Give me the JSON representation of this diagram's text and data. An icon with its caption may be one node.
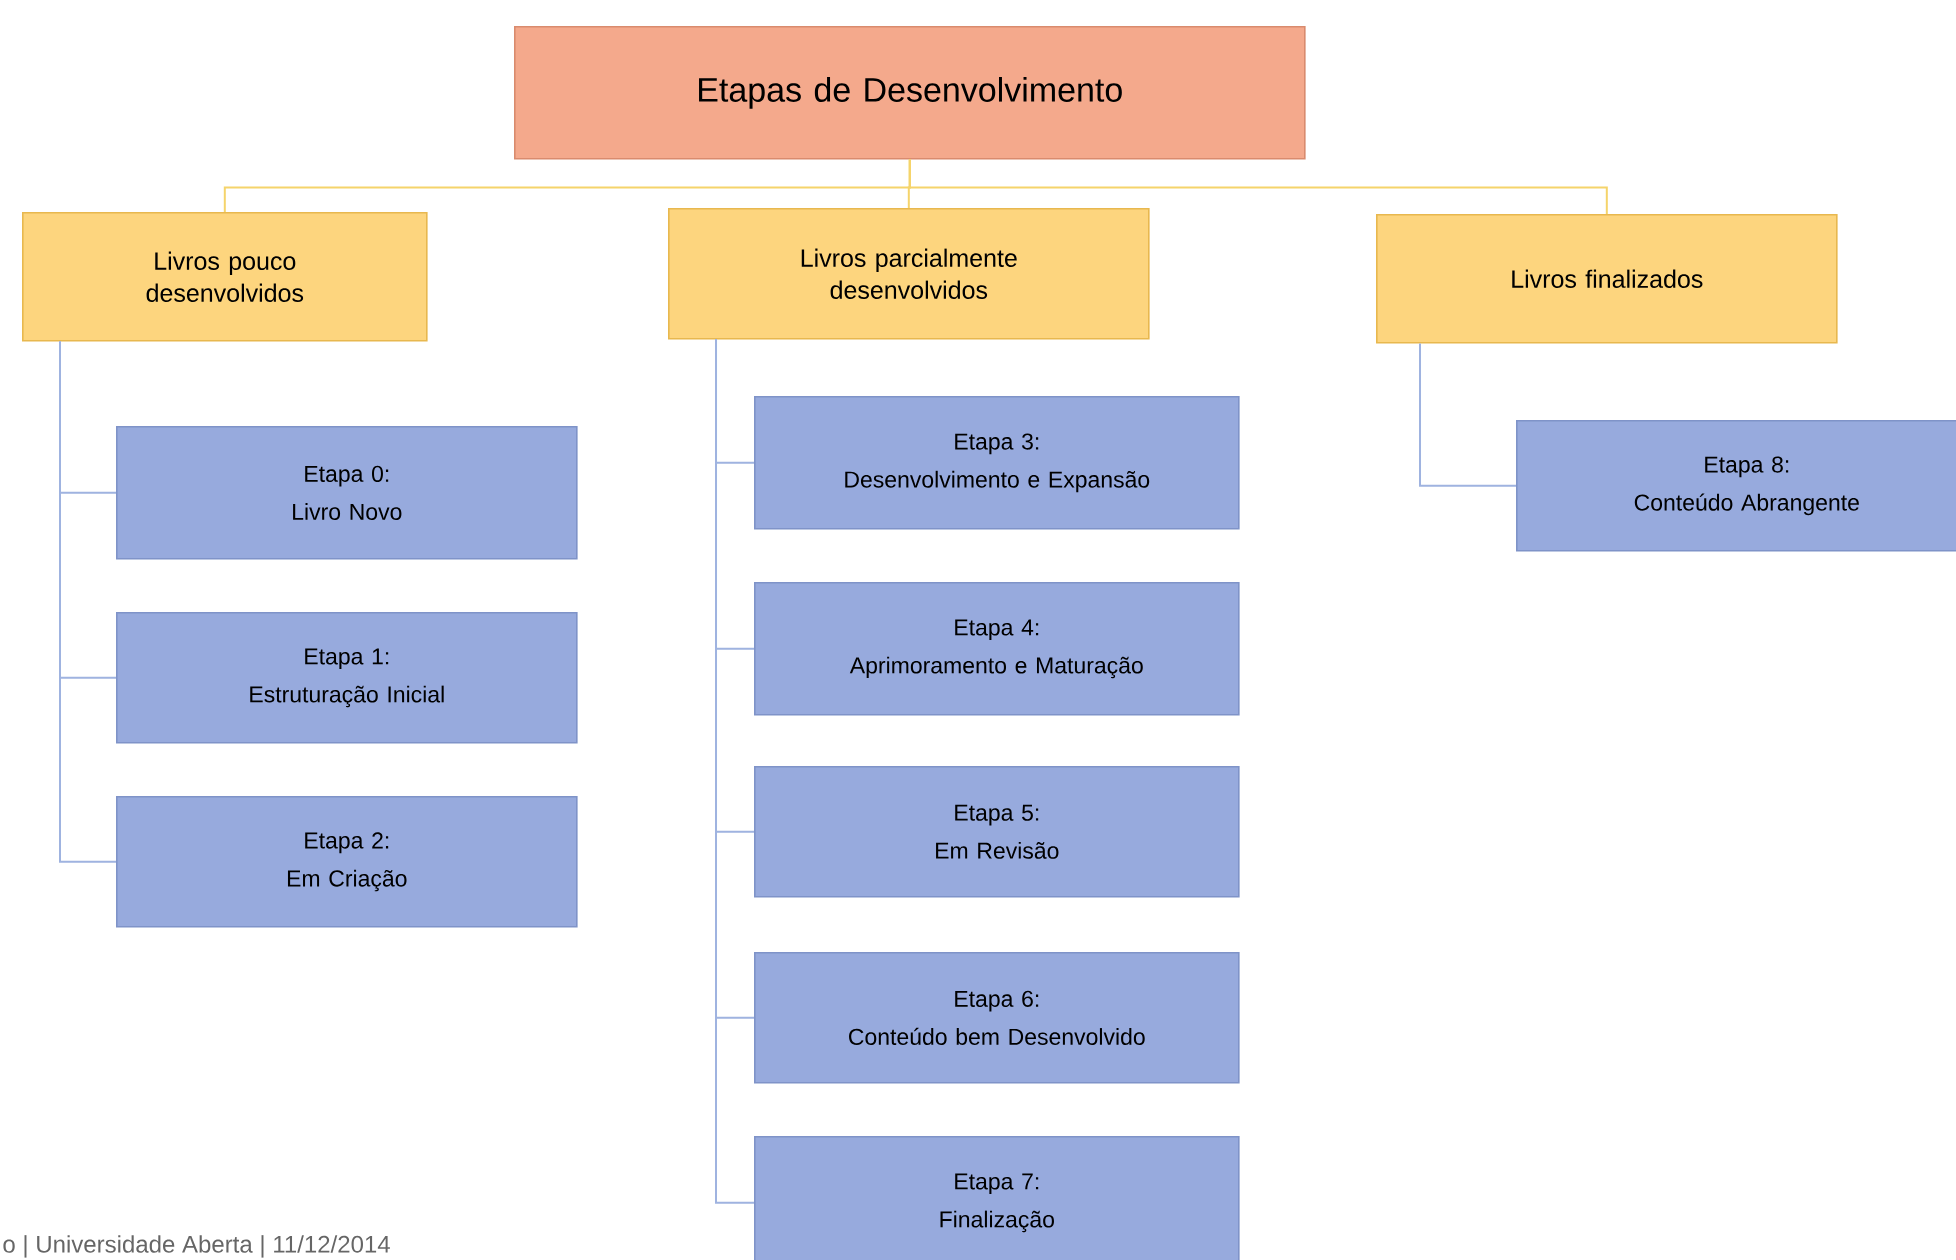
{
  "diagram": {
    "nodes": [
      {
        "text": [
          "Etapas de Desenvolvimento"
        ]
      },
      {
        "text": [
          "Livros pouco desenvolvidos"
        ]
      },
      {
        "text": [
          "Livros parcialmente desenvolvidos"
        ]
      },
      {
        "text": [
          "Livros finalizados"
        ]
      },
      {
        "text": [
          "Etapa 0:",
          "Livro Novo"
        ]
      },
      {
        "text": [
          "Etapa 1:",
          "Estruturação Inicial"
        ]
      },
      {
        "text": [
          "Etapa 2:",
          "Em Criação"
        ]
      },
      {
        "text": [
          "Etapa 3:",
          "Desenvolvimento e Expansão"
        ]
      },
      {
        "text": [
          "Etapa 4:",
          "Aprimoramento e Maturação"
        ]
      },
      {
        "text": [
          "Etapa 5:",
          "Em Revisão"
        ]
      },
      {
        "text": [
          "Etapa 6:",
          "Conteúdo bem Desenvolvido"
        ]
      },
      {
        "text": [
          "Etapa 7:",
          "Finalização"
        ]
      },
      {
        "text": [
          "Etapa 8:",
          "Conteúdo Abrangente"
        ]
      }
    ],
    "edges": [
      {
        "from": 0,
        "to": 1,
        "arrow": "none",
        "color": "#f5d46b"
      },
      {
        "from": 0,
        "to": 2,
        "arrow": "none",
        "color": "#f5d46b"
      },
      {
        "from": 0,
        "to": 3,
        "arrow": "none",
        "color": "#f5d46b"
      },
      {
        "from": 1,
        "to": 4,
        "arrow": "none"
      },
      {
        "from": 1,
        "to": 5,
        "arrow": "none"
      },
      {
        "from": 1,
        "to": 6,
        "arrow": "none"
      },
      {
        "from": 2,
        "to": 7,
        "arrow": "none"
      },
      {
        "from": 2,
        "to": 8,
        "arrow": "none"
      },
      {
        "from": 2,
        "to": 9,
        "arrow": "none"
      },
      {
        "from": 2,
        "to": 10,
        "arrow": "none"
      },
      {
        "from": 2,
        "to": 11,
        "arrow": "none"
      },
      {
        "from": 3,
        "to": 12,
        "arrow": "none"
      }
    ],
    "labels": [
      "o | Universidade Aberta | 11/12/2014"
    ]
  }
}
